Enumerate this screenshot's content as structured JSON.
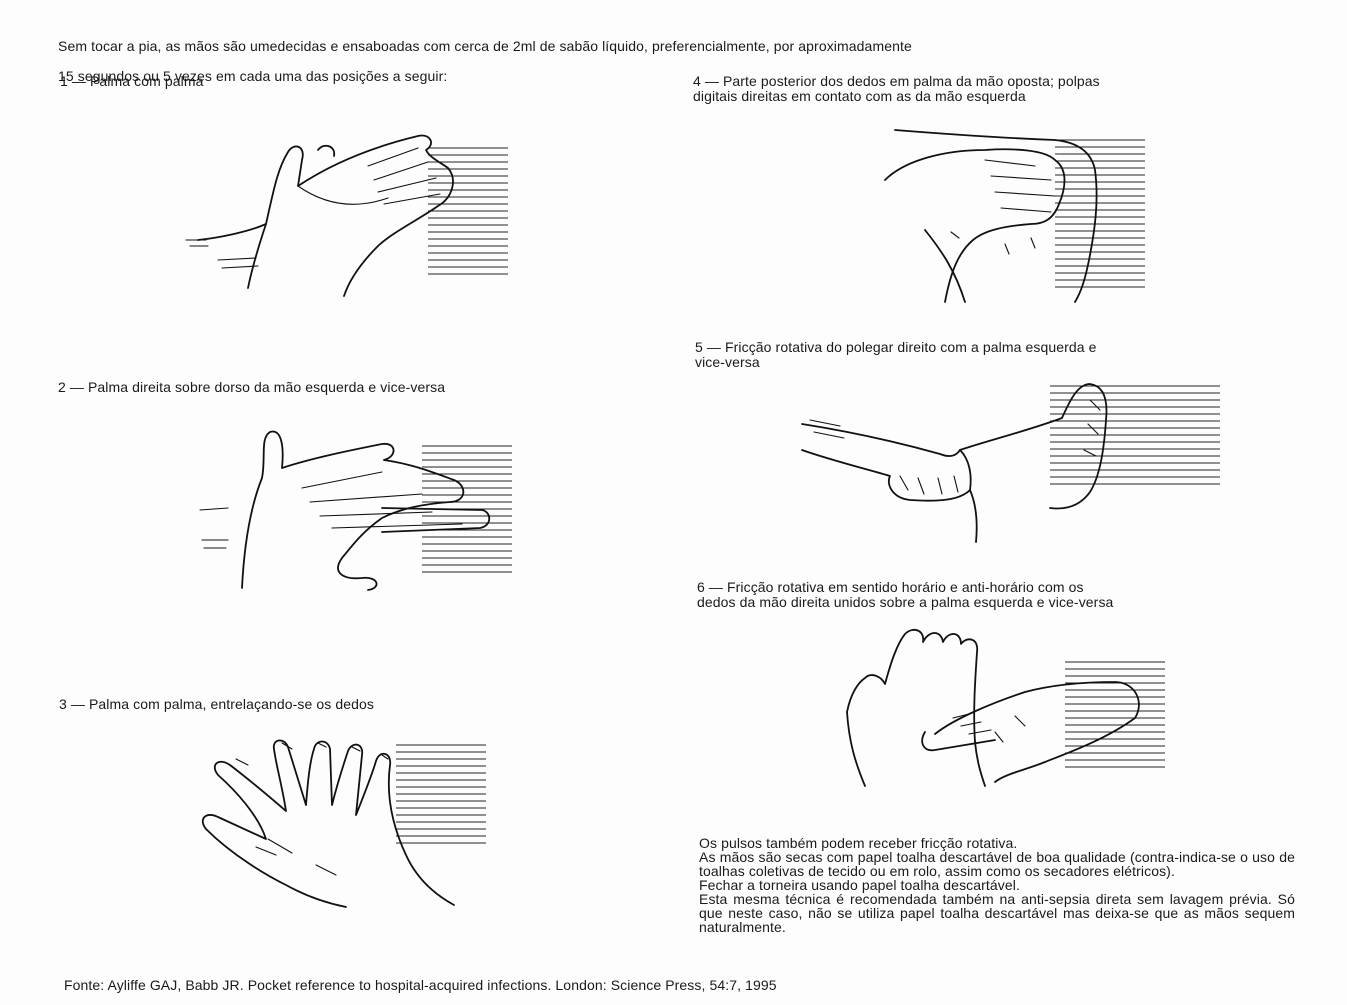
{
  "intro": {
    "line1": "Sem tocar a pia, as mãos são umedecidas e ensaboadas com cerca de 2ml de sabão líquido, preferencialmente, por aproximadamente",
    "line2": "15 segundos ou 5 vezes em cada uma das posições a seguir:"
  },
  "steps": [
    {
      "label": "1 — Palma com palma",
      "icon": "hands-palm-to-palm-icon"
    },
    {
      "label": "2 — Palma direita sobre dorso da mão esquerda e vice-versa",
      "icon": "hand-over-back-icon"
    },
    {
      "label": "3 — Palma com palma, entrelaçando-se os dedos",
      "icon": "fingers-interlaced-icon"
    },
    {
      "label": "4 — Parte posterior dos dedos em palma da mão oposta; polpas\ndigitais direitas em contato com as da mão esquerda",
      "icon": "fingers-back-in-palm-icon"
    },
    {
      "label": "5 — Fricção rotativa do polegar direito com a palma esquerda e\nvice-versa",
      "icon": "thumb-rotation-icon"
    },
    {
      "label": "6 — Fricção rotativa em sentido horário e anti-horário com os\ndedos da mão direita unidos sobre a palma esquerda e vice-versa",
      "icon": "fingertips-in-palm-icon"
    }
  ],
  "notes": [
    "Os pulsos também podem receber fricção rotativa.",
    "As mãos são secas com papel toalha descartável de boa qualidade (contra-indica-se o uso de toalhas coletivas de tecido ou em rolo, assim como os secadores elétricos).",
    "Fechar a torneira usando papel toalha descartável.",
    "Esta mesma técnica é recomendada também na anti-sepsia direta sem lavagem prévia. Só que neste caso, não se utiliza papel toalha descartável mas deixa-se que as mãos sequem naturalmente."
  ],
  "source": "Fonte: Ayliffe GAJ, Babb JR. Pocket reference to hospital-acquired infections. London: Science Press, 54:7, 1995"
}
